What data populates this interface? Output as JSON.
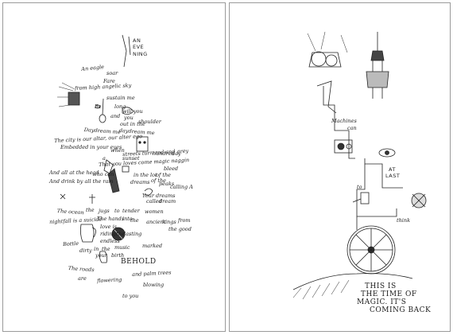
{
  "left_page": {
    "lines": [
      "AN",
      "EVE",
      "NING",
      "An eagle",
      "soar",
      "Fare",
      "from high angelic sky",
      "sustain me",
      "Be",
      "long",
      "will you",
      "and",
      "you",
      "out in the",
      "shoulder",
      "Daydream me",
      "daydream me",
      "The city is our altar, our alter ego",
      "Embedded in your eyes",
      "when",
      "streets turn red and grey",
      "a",
      "sunset",
      "hundred",
      "day",
      "That you loves come magic naggin",
      "And all at the head",
      "who can",
      "bleed",
      "And drink by all the rain",
      "in the lot",
      "of the",
      "dreams",
      "of the",
      "peaks",
      "calling A",
      "Your dreams",
      "called",
      "dream",
      "The ocean",
      "the",
      "jugs",
      "to",
      "tender",
      "women",
      "nightfall is a suicide",
      "The hands",
      "into",
      "the",
      "ancient",
      "kings",
      "from",
      "love is",
      "the good",
      "riding",
      "the",
      "lasting",
      "endless",
      "Bottle",
      "dirty",
      "in",
      "the",
      "music",
      "marked",
      "your",
      "birth",
      "BEHOLD",
      "The roads",
      "are",
      "flowering",
      "and palm trees",
      "blowing",
      "to you"
    ]
  },
  "right_page": {
    "lines": [
      "Machines",
      "can",
      "AT",
      "LAST",
      "to",
      "think",
      "THIS IS",
      "THE TIME OF",
      "MAGIC. IT'S",
      "COMING BACK"
    ]
  }
}
